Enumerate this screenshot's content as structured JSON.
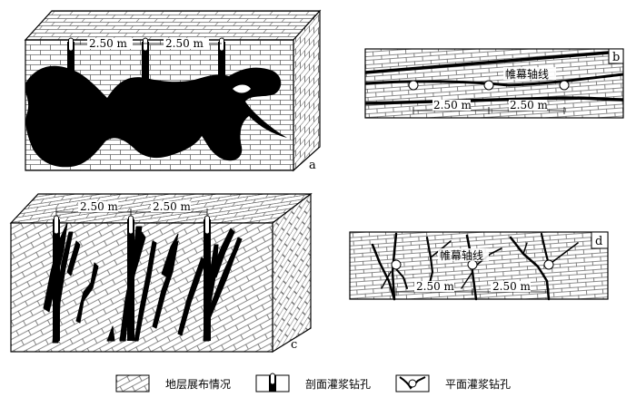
{
  "panels": {
    "a": {
      "letter": "a",
      "spacing_labels": [
        "2.50 m",
        "2.50 m"
      ]
    },
    "b": {
      "letter": "b",
      "axis_label": "帷幕轴线",
      "spacing_labels": [
        "2.50 m",
        "2.50 m"
      ]
    },
    "c": {
      "letter": "c",
      "spacing_labels": [
        "2.50 m",
        "2.50 m"
      ]
    },
    "d": {
      "letter": "d",
      "axis_label": "帷幕轴线",
      "spacing_labels": [
        "2.50 m",
        "2.50 m"
      ]
    }
  },
  "legend": [
    {
      "label": "地层展布情况",
      "icon": "brick-pattern-icon"
    },
    {
      "label": "剖面灌浆钻孔",
      "icon": "section-borehole-icon"
    },
    {
      "label": "平面灌浆钻孔",
      "icon": "plan-borehole-icon"
    }
  ]
}
